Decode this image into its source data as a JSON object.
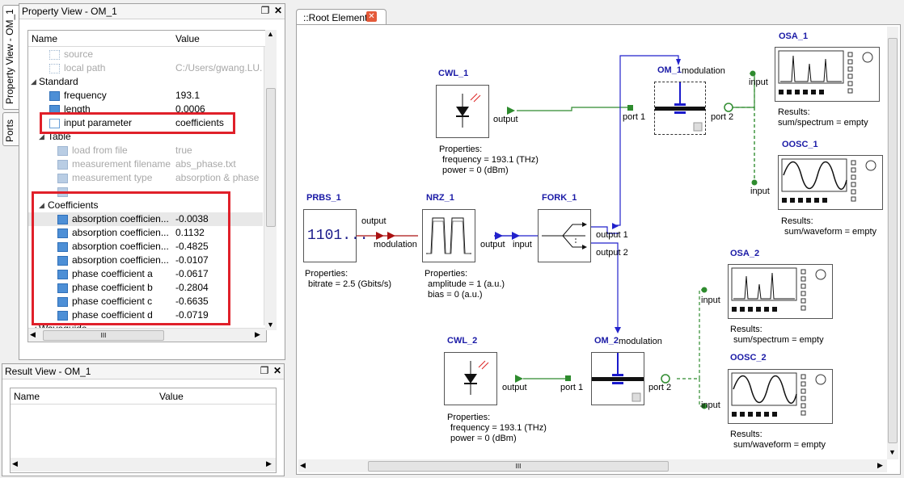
{
  "side_tabs": {
    "property_view": "Property View - OM_1",
    "ports": "Ports"
  },
  "property_view": {
    "title": "Property View - OM_1",
    "columns": {
      "name": "Name",
      "value": "Value"
    },
    "rows": [
      {
        "name": "source",
        "value": ""
      },
      {
        "name": "local path",
        "value": "C:/Users/gwang.LU..."
      },
      {
        "name": "Standard",
        "value": ""
      },
      {
        "name": "frequency",
        "value": "193.1"
      },
      {
        "name": "length",
        "value": "0.0006"
      },
      {
        "name": "input parameter",
        "value": "coefficients"
      },
      {
        "name": "Table",
        "value": ""
      },
      {
        "name": "load from file",
        "value": "true"
      },
      {
        "name": "measurement filename",
        "value": "abs_phase.txt"
      },
      {
        "name": "measurement type",
        "value": "absorption & phase"
      },
      {
        "name": "",
        "value": ""
      },
      {
        "name": "Coefficients",
        "value": ""
      },
      {
        "name": "absorption coefficien...",
        "value": "-0.0038"
      },
      {
        "name": "absorption coefficien...",
        "value": "0.1132"
      },
      {
        "name": "absorption coefficien...",
        "value": "-0.4825"
      },
      {
        "name": "absorption coefficien...",
        "value": "-0.0107"
      },
      {
        "name": "phase coefficient a",
        "value": "-0.0617"
      },
      {
        "name": "phase coefficient b",
        "value": "-0.2804"
      },
      {
        "name": "phase coefficient c",
        "value": "-0.6635"
      },
      {
        "name": "phase coefficient d",
        "value": "-0.0719"
      },
      {
        "name": "Waveguide",
        "value": ""
      }
    ],
    "hscroll_grip": "III"
  },
  "result_view": {
    "title": "Result View - OM_1",
    "columns": {
      "name": "Name",
      "value": "Value"
    }
  },
  "editor": {
    "tab_label": "::Root Element",
    "components": {
      "cwl1": {
        "name": "CWL_1",
        "port": "output",
        "props": [
          "Properties:",
          "frequency = 193.1 (THz)",
          "power = 0 (dBm)"
        ]
      },
      "om1": {
        "name": "OM_1",
        "modulation": "modulation",
        "port_in": "port 1",
        "port_out": "port 2"
      },
      "osa1": {
        "name": "OSA_1",
        "port": "input",
        "results": [
          "Results:",
          "sum/spectrum = empty"
        ]
      },
      "oosc1": {
        "name": "OOSC_1",
        "port": "input",
        "results": [
          "Results:",
          "sum/waveform = empty"
        ]
      },
      "prbs1": {
        "name": "PRBS_1",
        "port": "output",
        "symbol": "1101...",
        "props": [
          "Properties:",
          "bitrate = 2.5 (Gbits/s)"
        ]
      },
      "nrz1": {
        "name": "NRZ_1",
        "port_in": "modulation",
        "port_out": "output",
        "props": [
          "Properties:",
          "amplitude = 1 (a.u.)",
          "bias = 0 (a.u.)"
        ]
      },
      "fork1": {
        "name": "FORK_1",
        "port_in": "input",
        "out1": "output 1",
        "out2": "output 2"
      },
      "osa2": {
        "name": "OSA_2",
        "port": "input",
        "results": [
          "Results:",
          "sum/spectrum = empty"
        ]
      },
      "cwl2": {
        "name": "CWL_2",
        "port": "output",
        "props": [
          "Properties:",
          "frequency = 193.1 (THz)",
          "power = 0 (dBm)"
        ]
      },
      "om2": {
        "name": "OM_2",
        "modulation": "modulation",
        "port_in": "port 1",
        "port_out": "port 2"
      },
      "oosc2": {
        "name": "OOSC_2",
        "port": "input",
        "results": [
          "Results:",
          "sum/waveform = empty"
        ]
      }
    },
    "hscroll_grip": "III"
  },
  "colors": {
    "highlight": "#e0202a",
    "block_title": "#1a1aa6",
    "optical_link": "#2e8b2e",
    "electrical_link": "#2222cc"
  }
}
